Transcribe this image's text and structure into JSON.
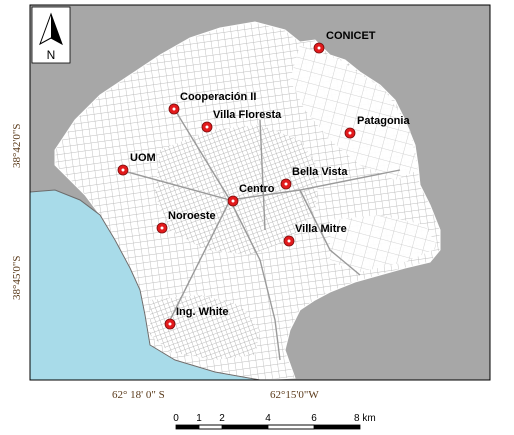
{
  "map": {
    "colors": {
      "land": "#a7a7a7",
      "water": "#a8dbe9",
      "city": "#ffffff",
      "streets": "#b9b9b9",
      "marker": "#e31a1c",
      "border": "#000000"
    },
    "north_arrow": {
      "label": "N",
      "icon": "north-arrow-icon"
    },
    "stations": [
      {
        "id": "conicet",
        "name": "CONICET"
      },
      {
        "id": "cooperacion-ii",
        "name": "Cooperación II"
      },
      {
        "id": "villa-floresta",
        "name": "Villa Floresta"
      },
      {
        "id": "patagonia",
        "name": "Patagonia"
      },
      {
        "id": "uom",
        "name": "UOM"
      },
      {
        "id": "bella-vista",
        "name": "Bella Vista"
      },
      {
        "id": "centro",
        "name": "Centro"
      },
      {
        "id": "noroeste",
        "name": "Noroeste"
      },
      {
        "id": "villa-mitre",
        "name": "Villa Mitre"
      },
      {
        "id": "ing-white",
        "name": "Ing. White"
      }
    ],
    "axis_labels": {
      "lat_top": "38°42'0\"S",
      "lat_bottom": "38°45'0\"S",
      "lon_left": "62° 18' 0\" S",
      "lon_right": "62°15'0\"W"
    },
    "scale_bar": {
      "ticks": [
        "0",
        "1",
        "2",
        "4",
        "6",
        "8 km"
      ]
    }
  }
}
